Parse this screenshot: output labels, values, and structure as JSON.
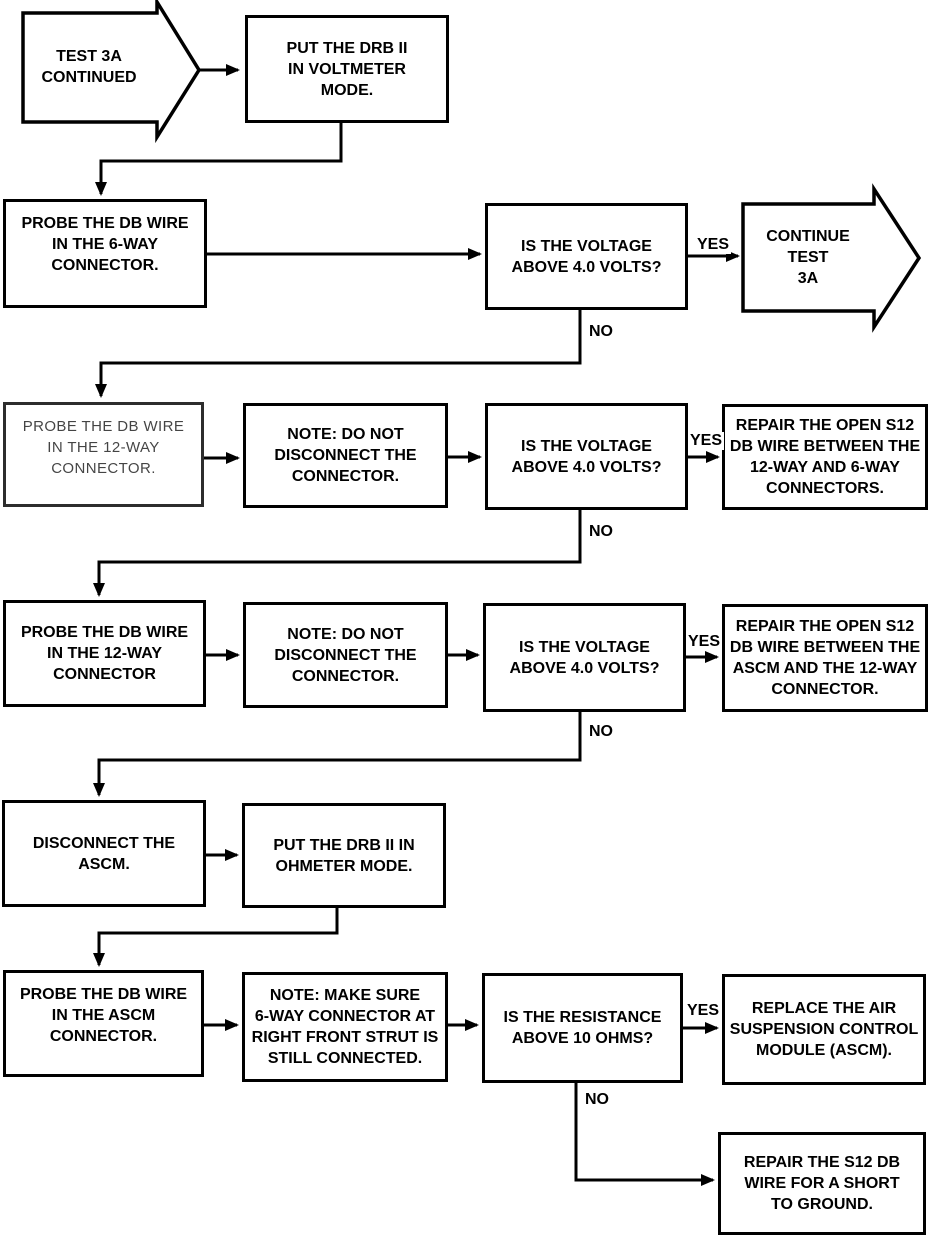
{
  "flowchart": {
    "nodes": {
      "start": {
        "text": "TEST 3A\nCONTINUED"
      },
      "put_drb_voltmeter": {
        "text": "PUT THE DRB II\nIN VOLTMETER\nMODE."
      },
      "probe_6way": {
        "text": "PROBE THE DB WIRE\nIN THE 6-WAY\nCONNECTOR."
      },
      "voltage_check_1": {
        "text": "IS THE VOLTAGE\nABOVE 4.0 VOLTS?"
      },
      "continue_test": {
        "text": "CONTINUE TEST\n3A"
      },
      "probe_12way_a": {
        "text": "PROBE THE DB WIRE\nIN THE 12-WAY\nCONNECTOR."
      },
      "note_disconnect_a": {
        "text": "NOTE: DO NOT\nDISCONNECT THE\nCONNECTOR."
      },
      "voltage_check_2": {
        "text": "IS THE VOLTAGE\nABOVE 4.0 VOLTS?"
      },
      "repair_12_6": {
        "text": "REPAIR THE OPEN S12\nDB WIRE BETWEEN THE\n12-WAY AND 6-WAY\nCONNECTORS."
      },
      "probe_12way_b": {
        "text": "PROBE THE DB WIRE\nIN THE 12-WAY\nCONNECTOR"
      },
      "note_disconnect_b": {
        "text": "NOTE: DO NOT\nDISCONNECT THE\nCONNECTOR."
      },
      "voltage_check_3": {
        "text": "IS THE VOLTAGE\nABOVE 4.0 VOLTS?"
      },
      "repair_ascm_12": {
        "text": "REPAIR THE OPEN S12\nDB WIRE BETWEEN THE\nASCM AND THE 12-WAY\nCONNECTOR."
      },
      "disconnect_ascm": {
        "text": "DISCONNECT THE\nASCM."
      },
      "put_drb_ohmeter": {
        "text": "PUT THE DRB II IN\nOHMETER MODE."
      },
      "probe_ascm": {
        "text": "PROBE THE DB WIRE\nIN THE ASCM\nCONNECTOR."
      },
      "note_6way_connected": {
        "text": "NOTE: MAKE SURE\n6-WAY CONNECTOR AT\nRIGHT FRONT STRUT IS\nSTILL CONNECTED."
      },
      "resistance_check": {
        "text": "IS THE RESISTANCE\nABOVE 10 OHMS?"
      },
      "replace_ascm": {
        "text": "REPLACE THE AIR\nSUSPENSION CONTROL\nMODULE (ASCM)."
      },
      "repair_short": {
        "text": "REPAIR THE S12 DB\nWIRE FOR A SHORT\nTO GROUND."
      }
    },
    "labels": {
      "yes": "YES",
      "no": "NO"
    },
    "colors": {
      "ink": "#000000",
      "paper": "#ffffff"
    }
  }
}
